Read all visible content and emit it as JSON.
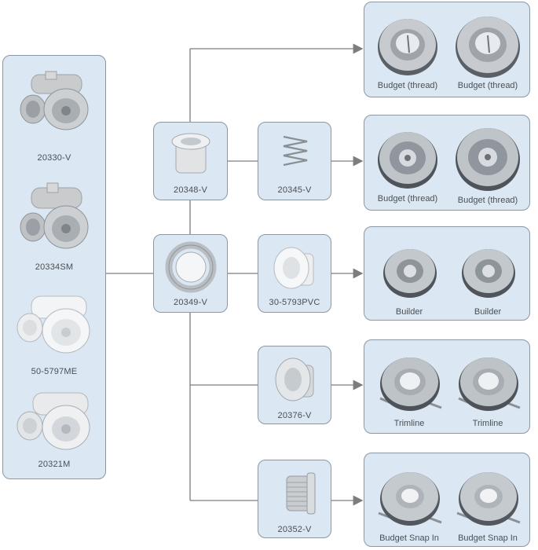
{
  "housings": [
    {
      "label": "20330-V"
    },
    {
      "label": "20334SM"
    },
    {
      "label": "50-5797ME"
    },
    {
      "label": "20321M"
    }
  ],
  "adapters": [
    {
      "label": "20348-V"
    },
    {
      "label": "20349-V"
    }
  ],
  "inserts": [
    {
      "label": "20345-V"
    },
    {
      "label": "30-5793PVC"
    },
    {
      "label": "20376-V"
    },
    {
      "label": "20352-V"
    }
  ],
  "jet_groups": [
    {
      "left": "Budget (thread)",
      "right": "Budget (thread)"
    },
    {
      "left": "Budget (thread)",
      "right": "Budget (thread)"
    },
    {
      "left": "Builder",
      "right": "Builder"
    },
    {
      "left": "Trimline",
      "right": "Trimline"
    },
    {
      "left": "Budget Snap In",
      "right": "Budget Snap In"
    }
  ],
  "colors": {
    "box_fill": "#dbe7f2",
    "box_border": "#8a97a5",
    "connector": "#7d7d7d"
  }
}
